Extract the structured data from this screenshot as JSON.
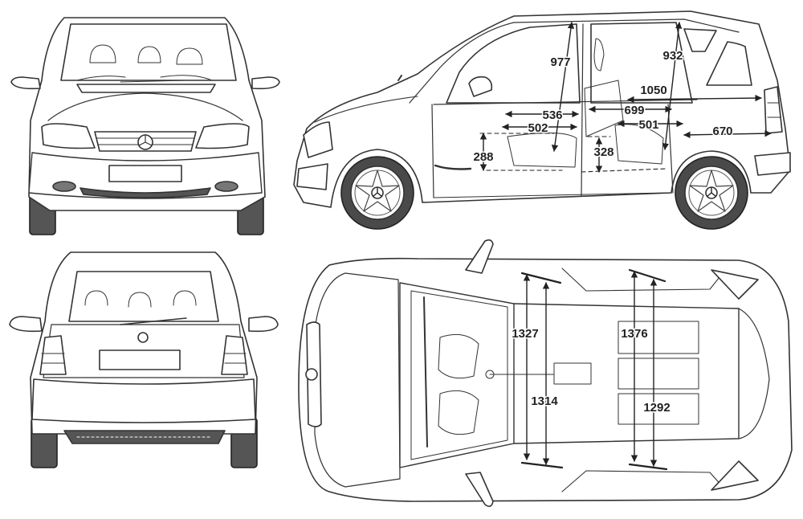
{
  "dimensions": {
    "side": {
      "d977": "977",
      "d932": "932",
      "d1050": "1050",
      "d536": "536",
      "d699": "699",
      "d502": "502",
      "d501": "501",
      "d670": "670",
      "d288": "288",
      "d328": "328"
    },
    "top": {
      "d1327": "1327",
      "d1314": "1314",
      "d1376": "1376",
      "d1292": "1292"
    }
  }
}
